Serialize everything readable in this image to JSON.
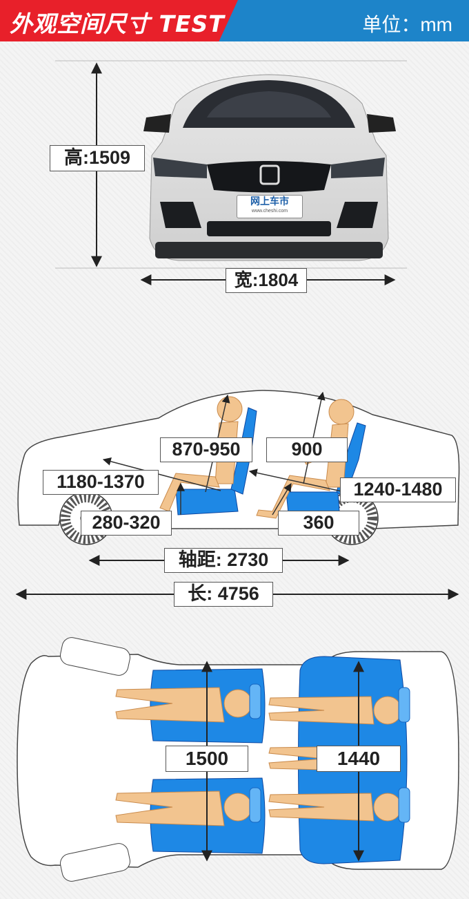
{
  "header": {
    "title": "外观空间尺寸 TEST",
    "unit": "单位：mm"
  },
  "exterior": {
    "height_label": "高:1509",
    "width_label": "宽:1804",
    "plate_text": "网上车市",
    "plate_sub": "www.cheshi.com"
  },
  "side_view": {
    "front_headroom": "870-950",
    "rear_headroom": "900",
    "front_legroom": "1180-1370",
    "rear_legroom": "1240-1480",
    "front_seat_height": "280-320",
    "rear_knee_room": "360",
    "wheelbase": "轴距: 2730",
    "length": "长: 4756"
  },
  "top_view": {
    "front_width": "1500",
    "rear_width": "1440"
  },
  "colors": {
    "header_red": "#e8202a",
    "header_blue": "#1d84c9",
    "seat_blue": "#1e88e5",
    "mannequin": "#f2c48f"
  }
}
